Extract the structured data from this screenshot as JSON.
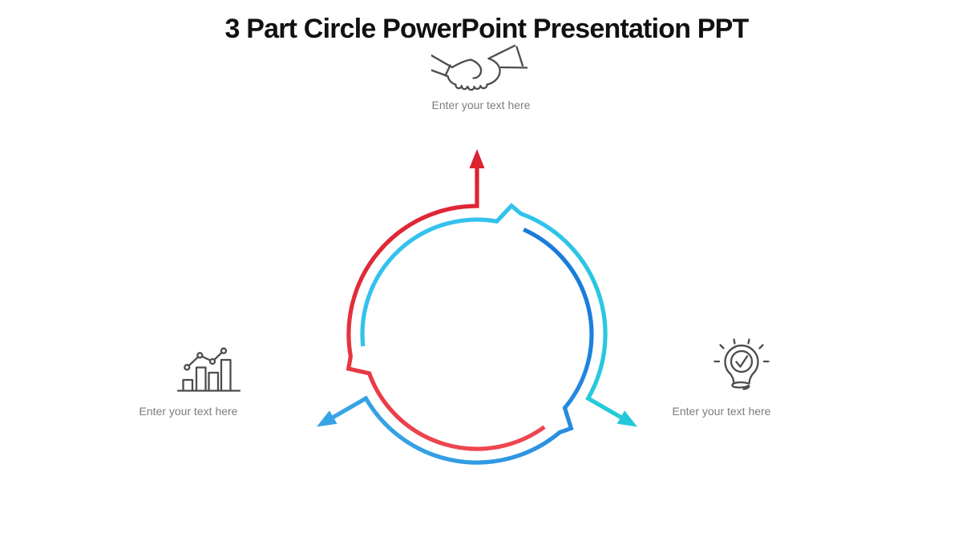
{
  "colors": {
    "title_black": "#111111",
    "label_gray": "#7d7d7d",
    "icon_gray": "#4d4d4d",
    "red": "#dc2130",
    "red_light": "#ee4650",
    "cyan": "#35c1f0",
    "cyan_deep": "#22cbd6",
    "blue": "#1a7cdb",
    "blue_light": "#3aa6e6"
  },
  "slide": {
    "title": "3 Part Circle PowerPoint Presentation PPT",
    "diagram_name": "3 part circle cycle with outward arrows",
    "parts": [
      {
        "position": "top",
        "icon": "handshake-icon",
        "arrow_color_name": "red",
        "label": "Enter your text here"
      },
      {
        "position": "left",
        "icon": "bar-chart-icon",
        "arrow_color_name": "blue",
        "label": "Enter your text here"
      },
      {
        "position": "right",
        "icon": "lightbulb-check-icon",
        "arrow_color_name": "cyan",
        "label": "Enter your text here"
      }
    ]
  }
}
